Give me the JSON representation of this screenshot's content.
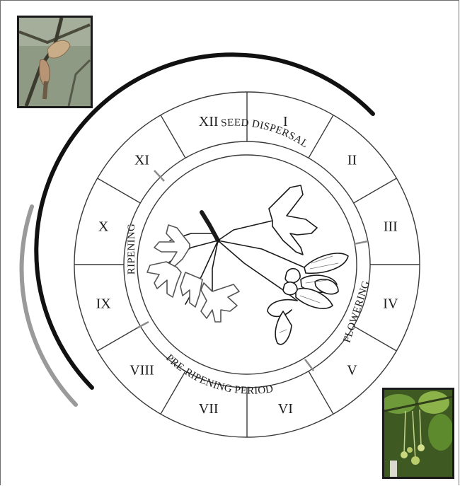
{
  "months": [
    "I",
    "II",
    "III",
    "IV",
    "V",
    "VI",
    "VII",
    "VIII",
    "IX",
    "X",
    "XI",
    "XII"
  ],
  "phases": {
    "seed_dispersal": "SEED DISPERSAL",
    "flowering": "FLOWERING",
    "pre_ripening": "PRE-RIPENING PERIOD",
    "ripening": "RIPENING"
  },
  "colors": {
    "ring_stroke": "#3a3a3a",
    "dark_arc": "#111111",
    "grey_arc": "#9a9a9a",
    "phase_divider": "#8c8c8c"
  },
  "images": {
    "top_left": "dried maple seeds on branch photo",
    "bottom_right": "green maple flowers photo"
  }
}
